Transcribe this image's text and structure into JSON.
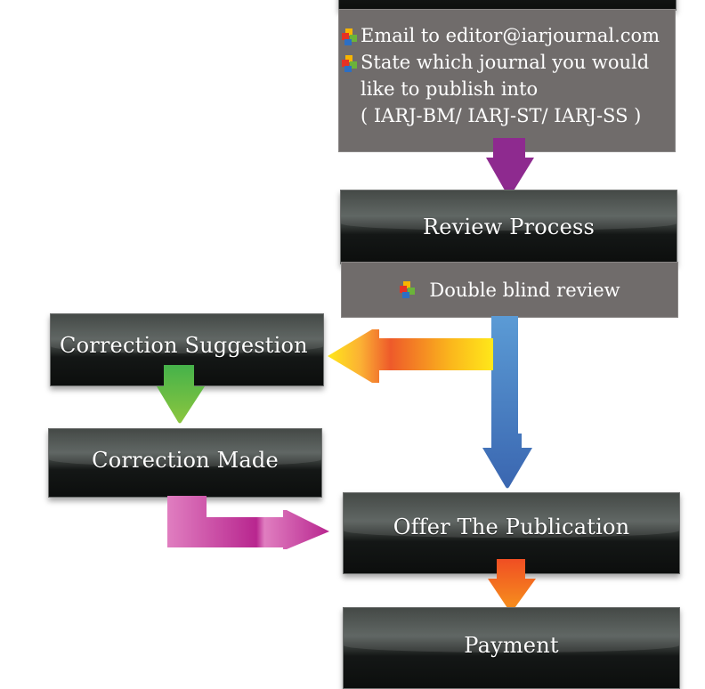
{
  "submission_box": {
    "bullets": [
      "Email to editor@iarjournal.com",
      "State which journal you would"
    ],
    "continuation_lines": [
      "like to publish into",
      "( IARJ-BM/ IARJ-ST/ IARJ-SS )"
    ],
    "bullet_icon": "cubes-icon"
  },
  "steps": {
    "review": "Review Process",
    "review_detail": "Double blind review",
    "correction_suggestion": "Correction Suggestion",
    "correction_made": "Correction Made",
    "offer": "Offer The Publication",
    "payment": "Payment"
  },
  "arrow_colors": {
    "purple": "#8e2a8f",
    "orange_yellow": [
      "#ffe81a",
      "#f58a2e",
      "#ee5a2a"
    ],
    "blue": [
      "#5b9bd5",
      "#3a66b0"
    ],
    "green": [
      "#45b24a",
      "#8cc63f"
    ],
    "pink": [
      "#e07ec0",
      "#b8268f"
    ],
    "red_orange": [
      "#f04e23",
      "#f7941d"
    ]
  }
}
